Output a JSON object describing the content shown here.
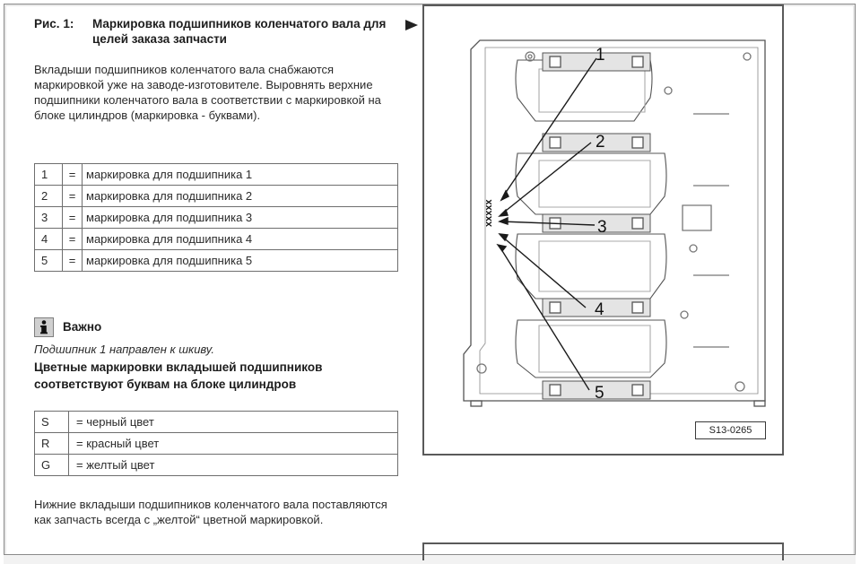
{
  "figure": {
    "number": "Рис. 1:",
    "title": "Маркировка подшипников коленчатого вала для целей заказа запчасти",
    "code": "S13-0265",
    "callouts": [
      "1",
      "2",
      "3",
      "4",
      "5"
    ],
    "marks": "xxxxx"
  },
  "intro_text": "Вкладыши подшипников коленчатого вала снабжаются маркировкой уже на заводе-изготовителе. Выровнять верхние подшипники коленчатого вала в соответствии с маркировкой на блоке цилиндров (маркировка - буквами).",
  "legend": [
    {
      "key": "1",
      "eq": "=",
      "value": "маркировка для подшипника 1"
    },
    {
      "key": "2",
      "eq": "=",
      "value": "маркировка для подшипника 2"
    },
    {
      "key": "3",
      "eq": "=",
      "value": "маркировка для подшипника 3"
    },
    {
      "key": "4",
      "eq": "=",
      "value": "маркировка для подшипника 4"
    },
    {
      "key": "5",
      "eq": "=",
      "value": "маркировка для подшипника 5"
    }
  ],
  "note": {
    "icon": "info-icon",
    "title": "Важно",
    "text": "Подшипник 1 направлен к шкиву."
  },
  "colors_heading": "Цветные маркировки вкладышей подшипников соответствуют буквам на блоке цилиндров",
  "colors": [
    {
      "key": "S",
      "eq": "=",
      "value": "черный цвет"
    },
    {
      "key": "R",
      "eq": "=",
      "value": "красный цвет"
    },
    {
      "key": "G",
      "eq": "=",
      "value": "желтый цвет"
    }
  ],
  "footer_text": "Нижние вкладыши подшипников коленчатого вала поставляются как запчасть всегда с „желтой“ цветной маркировкой."
}
